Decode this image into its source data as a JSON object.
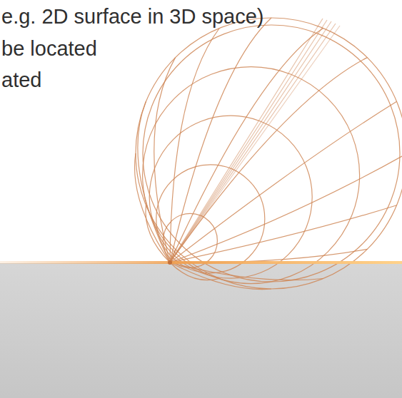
{
  "diagram": {
    "labels": [
      "e.g. 2D surface in 3D space)",
      "be located",
      "ated"
    ]
  }
}
